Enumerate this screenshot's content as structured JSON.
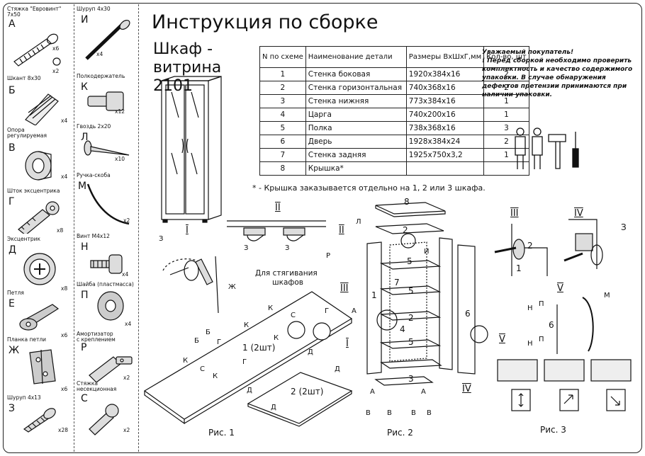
{
  "document": {
    "title": "Инструкция по сборке",
    "product_line1": "Шкаф -",
    "product_line2": "витрина 2101"
  },
  "parts_left": [
    {
      "name": "Стяжка \"Евровинт\"\n7x50",
      "letter": "А",
      "qty": "x6",
      "qty2": "x2"
    },
    {
      "name": "Шкант 8x30",
      "letter": "Б",
      "qty": "x4"
    },
    {
      "name": "Опора\nрегулируемая",
      "letter": "В",
      "qty": "x4"
    },
    {
      "name": "Шток эксцентрика",
      "letter": "Г",
      "qty": "x8"
    },
    {
      "name": "Эксцентрик",
      "letter": "Д",
      "qty": "x8"
    },
    {
      "name": "Петля",
      "letter": "Е",
      "qty": "x6"
    },
    {
      "name": "Планка петли",
      "letter": "Ж",
      "qty": "x6"
    },
    {
      "name": "Шуруп 4x13",
      "letter": "З",
      "qty": "x28"
    }
  ],
  "parts_right": [
    {
      "name": "Шуруп 4x30",
      "letter": "И",
      "qty": "x4"
    },
    {
      "name": "Полкодержатель",
      "letter": "К",
      "qty": "x12"
    },
    {
      "name": "Гвоздь 2x20",
      "letter": "Л",
      "qty": "x10"
    },
    {
      "name": "Ручка-скоба",
      "letter": "М",
      "qty": "x2"
    },
    {
      "name": "Винт М4x12",
      "letter": "Н",
      "qty": "x4"
    },
    {
      "name": "Шайба (пластмасса)",
      "letter": "П",
      "qty": "x4"
    },
    {
      "name": "Амортизатор\nс креплением",
      "letter": "Р",
      "qty": "x2"
    },
    {
      "name": "Стяжка\nнесекционная",
      "letter": "С",
      "qty": "x2"
    }
  ],
  "spec_table": {
    "headers": [
      "N по схеме",
      "Наименование детали",
      "Размеры ВxШxГ,мм",
      "Кол-во, шт"
    ],
    "rows": [
      [
        "1",
        "Стенка боковая",
        "1920x384x16",
        "2"
      ],
      [
        "2",
        "Стенка горизонтальная",
        "740x368x16",
        "2"
      ],
      [
        "3",
        "Стенка нижняя",
        "773x384x16",
        "1"
      ],
      [
        "4",
        "Царга",
        "740x200x16",
        "1"
      ],
      [
        "5",
        "Полка",
        "738x368x16",
        "3"
      ],
      [
        "6",
        "Дверь",
        "1928x384x24",
        "2"
      ],
      [
        "7",
        "Стенка задняя",
        "1925x750x3,2",
        "1"
      ],
      [
        "8",
        "Крышка*",
        "",
        ""
      ]
    ]
  },
  "notice": {
    "line1": "Уважаемый покупатель!",
    "line2": "! Перед сборкой необходимо проверить комплектность и качество содержимого упаковки. В случае обнаружения дефектов претензии принимаются при наличии упаковки."
  },
  "footnote": "* - Крышка заказывается отдельно на 1, 2 или 3 шкафа.",
  "figures": {
    "fig1": "Рис. 1",
    "fig2": "Рис. 2",
    "fig3": "Рис. 3"
  },
  "fig1_labels": {
    "roman_I": "I",
    "roman_II": "II",
    "roman_I_b": "I",
    "tighten_note_1": "Для стягивания",
    "tighten_note_2": "шкафов",
    "part_1": "1 (2шт)",
    "part_2": "2 (2шт)",
    "letters": [
      "З",
      "Ж",
      "З",
      "З",
      "Р",
      "К",
      "С",
      "Г",
      "К",
      "Б",
      "Б",
      "Г",
      "К",
      "С",
      "К",
      "Г",
      "Д",
      "Д",
      "Д",
      "Д",
      "К"
    ]
  },
  "fig2_labels": {
    "numbers": [
      "8",
      "2",
      "5",
      "7",
      "5",
      "1",
      "2",
      "4",
      "5",
      "3",
      "6"
    ],
    "roman": [
      "II",
      "III",
      "V",
      "IV"
    ],
    "letters": [
      "Л",
      "И",
      "А",
      "А",
      "А",
      "В",
      "В",
      "В",
      "В"
    ]
  },
  "fig3_labels": {
    "roman": [
      "III",
      "IV",
      "V"
    ],
    "numbers": [
      "2",
      "1",
      "6"
    ],
    "letters": [
      "З",
      "Н",
      "П",
      "Н",
      "П",
      "М"
    ]
  }
}
